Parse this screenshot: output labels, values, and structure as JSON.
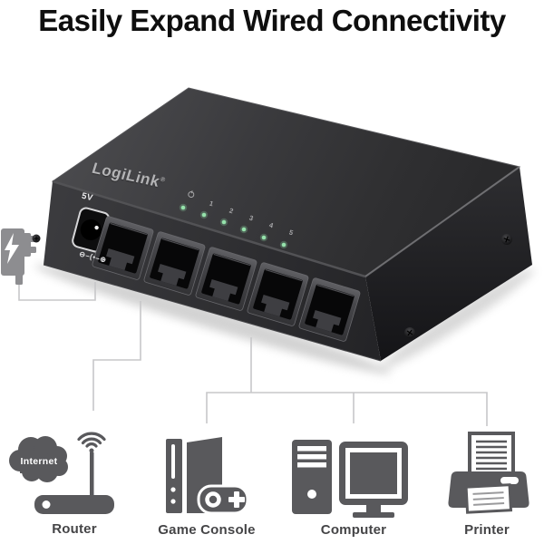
{
  "title": "Easily Expand Wired Connectivity",
  "switch": {
    "brand": "LogiLink",
    "reg_mark": "®",
    "power_port_label": "5V",
    "polarity_text": "⊖–(•–⊕",
    "led_port_labels": [
      "1",
      "2",
      "3",
      "4",
      "5"
    ],
    "port_count": 5
  },
  "diagram": {
    "internet_label": "Internet",
    "devices": [
      {
        "label": "Router"
      },
      {
        "label": "Game Console"
      },
      {
        "label": "Computer"
      },
      {
        "label": "Printer"
      }
    ]
  },
  "colors": {
    "led_green": "#95e2ab",
    "connector_line": "#c7c7c9",
    "icon_gray": "#59595c",
    "label_text": "#454547"
  }
}
